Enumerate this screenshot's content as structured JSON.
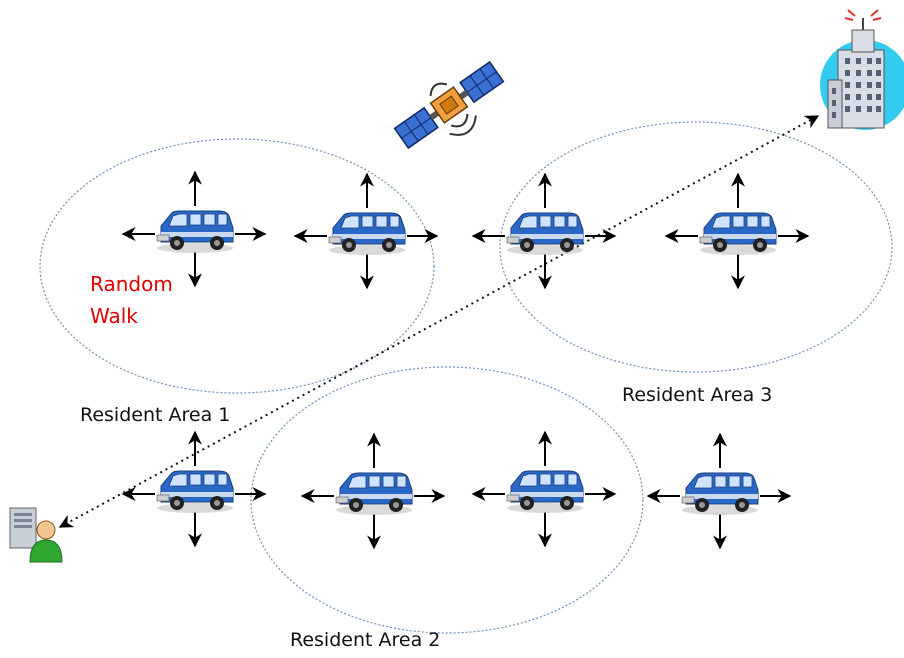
{
  "labels": {
    "resident_area_1": "Resident Area 1",
    "resident_area_2": "Resident Area 2",
    "resident_area_3": "Resident Area 3",
    "random_walk": "Random Walk"
  },
  "colors": {
    "random_walk": "#e00000",
    "ellipse_stroke": "#6d8fc2",
    "van_body": "#2a68c8",
    "arrow": "#000000"
  },
  "icons": [
    "satellite-icon",
    "cell-tower-building-icon",
    "server-user-icon",
    "van-icon",
    "arrow-icon"
  ]
}
